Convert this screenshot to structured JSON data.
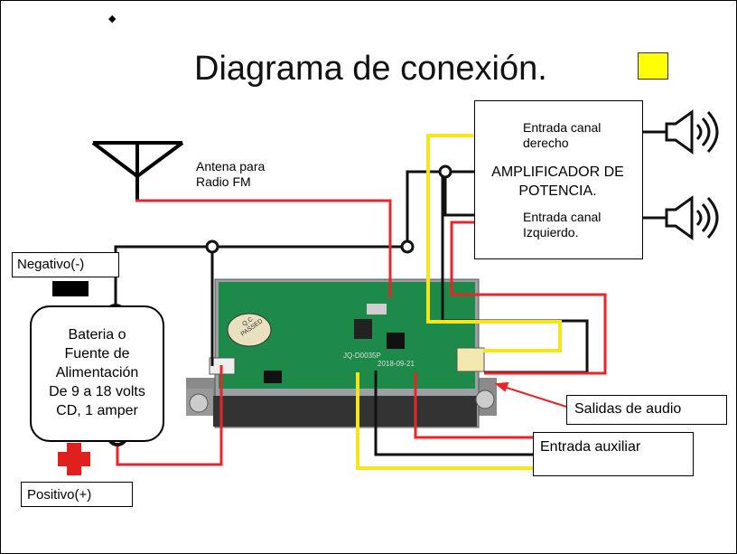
{
  "title": "Diagrama de conexión.",
  "antenna_label": [
    "Antena para",
    "Radio FM"
  ],
  "amplifier": {
    "title": [
      "AMPLIFICADOR DE",
      "POTENCIA."
    ],
    "right_input": [
      "Entrada canal",
      "derecho"
    ],
    "left_input": [
      "Entrada canal",
      "Izquierdo."
    ]
  },
  "battery": {
    "label": [
      "Bateria o",
      "Fuente de",
      "Alimentación",
      "De 9 a 18 volts",
      "CD, 1 amper"
    ]
  },
  "negative_label": "Negativo(-)",
  "positive_label": "Positivo(+)",
  "audio_outputs_label": "Salidas de audio",
  "aux_input_label": "Entrada auxiliar",
  "board_texts": [
    "Q.C PASSED",
    "JQ-D0035P",
    "2018-09-21"
  ],
  "colors": {
    "red_wire": "#e8262a",
    "black_wire": "#111111",
    "yellow_wire": "#f5e61a",
    "pcb_green": "#1d8a4a",
    "yellow_square": "#ffff00",
    "plus_red": "#e0201c"
  }
}
